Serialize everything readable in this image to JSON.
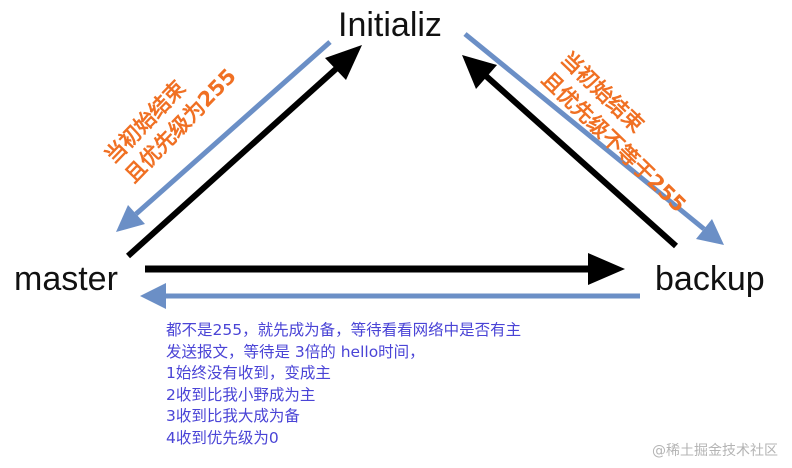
{
  "nodes": {
    "initializ": "Initializ",
    "master": "master",
    "backup": "backup"
  },
  "conditions": {
    "to_master": [
      "当初始结束",
      "且优先级为255"
    ],
    "to_backup": [
      "当初始结束",
      "且优先级不等于255"
    ]
  },
  "notes": [
    "都不是255，就先成为备，等待看看网络中是否有主",
    "发送报文，等待是 3倍的 hello时间，",
    "1始终没有收到，变成主",
    "2收到比我小野成为主",
    "3收到比我大成为备",
    "4收到优先级为0"
  ],
  "watermark": "@稀土掘金技术社区",
  "colors": {
    "state_arrow": "#000000",
    "condition_arrow": "#6b8fc6",
    "condition_text": "#f07023",
    "note_text": "#4a44d6"
  }
}
